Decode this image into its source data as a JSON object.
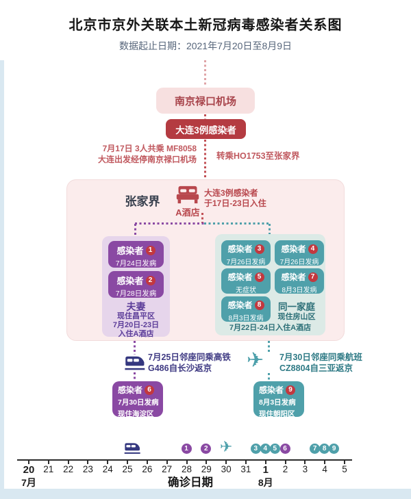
{
  "title": "北京市京外关联本土新冠病毒感染者关系图",
  "subtitle": "数据起止日期：2021年7月20日至8月9日",
  "colors": {
    "crimson": "#B43B41",
    "rose_text": "#C0585E",
    "airport_bg": "#F7E0E0",
    "zhangjiajie_bg": "#FBECEC",
    "purple": "#8A49A3",
    "lavender_bg": "#E6D5EB",
    "teal": "#4FA0AA",
    "mint_bg": "#DCEAE6",
    "badge_red": "#C2383F",
    "train_indigo": "#34377F",
    "edge_strip": "#D9E8F1"
  },
  "flow": {
    "airport_label": "南京禄口机场",
    "dalian_label": "大连3例感染者",
    "flight_note_left_1": "7月17日 3人共乘 MF8058",
    "flight_note_left_2": "大连出发经停南京禄口机场",
    "flight_note_right": "转乘HO1753至张家界"
  },
  "zhangjiajie": {
    "label": "张家界",
    "hotel_label": "A酒店",
    "hotel_note_1": "大连3例感染者",
    "hotel_note_2": "于17日-23日入住",
    "couple": {
      "cases": [
        {
          "label": "感染者",
          "num": "1",
          "detail": "7月24日发病"
        },
        {
          "label": "感染者",
          "num": "2",
          "detail": "7月28日发病"
        }
      ],
      "relation": "夫妻",
      "line1": "现住昌平区",
      "line2": "7月20日-23日",
      "line3": "入住A酒店"
    },
    "family": {
      "cases": [
        {
          "label": "感染者",
          "num": "3",
          "detail": "7月26日发病"
        },
        {
          "label": "感染者",
          "num": "4",
          "detail": "7月26日发病"
        },
        {
          "label": "感染者",
          "num": "5",
          "detail": "无症状"
        },
        {
          "label": "感染者",
          "num": "7",
          "detail": "8月3日发病"
        },
        {
          "label": "感染者",
          "num": "8",
          "detail": "8月3日发病"
        }
      ],
      "relation": "同一家庭",
      "residence": "现住房山区",
      "stay": "7月22日-24日入住A酒店"
    }
  },
  "branches": {
    "train": {
      "note_1": "7月25日邻座同乘高铁",
      "note_2": "G486自长沙返京",
      "case": {
        "label": "感染者",
        "num": "6",
        "line1": "7月30日发病",
        "line2": "现住海淀区"
      }
    },
    "plane": {
      "note_1": "7月30日邻座同乘航班",
      "note_2": "CZ8804自三亚返京",
      "case": {
        "label": "感染者",
        "num": "9",
        "line1": "8月3日发病",
        "line2": "现住朝阳区"
      }
    }
  },
  "timeline": {
    "axis_label": "确诊日期",
    "dates": [
      "20",
      "21",
      "22",
      "23",
      "24",
      "25",
      "26",
      "27",
      "28",
      "29",
      "30",
      "31",
      "1",
      "2",
      "3",
      "4",
      "5"
    ],
    "bold_dates": [
      "20",
      "1"
    ],
    "months": [
      {
        "label": "7月",
        "date": "20"
      },
      {
        "label": "8月",
        "date": "1"
      }
    ],
    "markers": [
      {
        "kind": "train",
        "date": "25"
      },
      {
        "kind": "badges",
        "date": "28",
        "color": "purple",
        "labels": [
          "1"
        ]
      },
      {
        "kind": "badges",
        "date": "29",
        "color": "purple",
        "labels": [
          "2"
        ]
      },
      {
        "kind": "plane",
        "date": "30"
      },
      {
        "kind": "badges",
        "date": "1",
        "color": "teal",
        "labels": [
          "3",
          "4",
          "5"
        ]
      },
      {
        "kind": "badges",
        "date": "2",
        "color": "purple",
        "labels": [
          "6"
        ]
      },
      {
        "kind": "badges",
        "date": "4",
        "color": "teal",
        "labels": [
          "7",
          "8",
          "9"
        ]
      }
    ]
  }
}
